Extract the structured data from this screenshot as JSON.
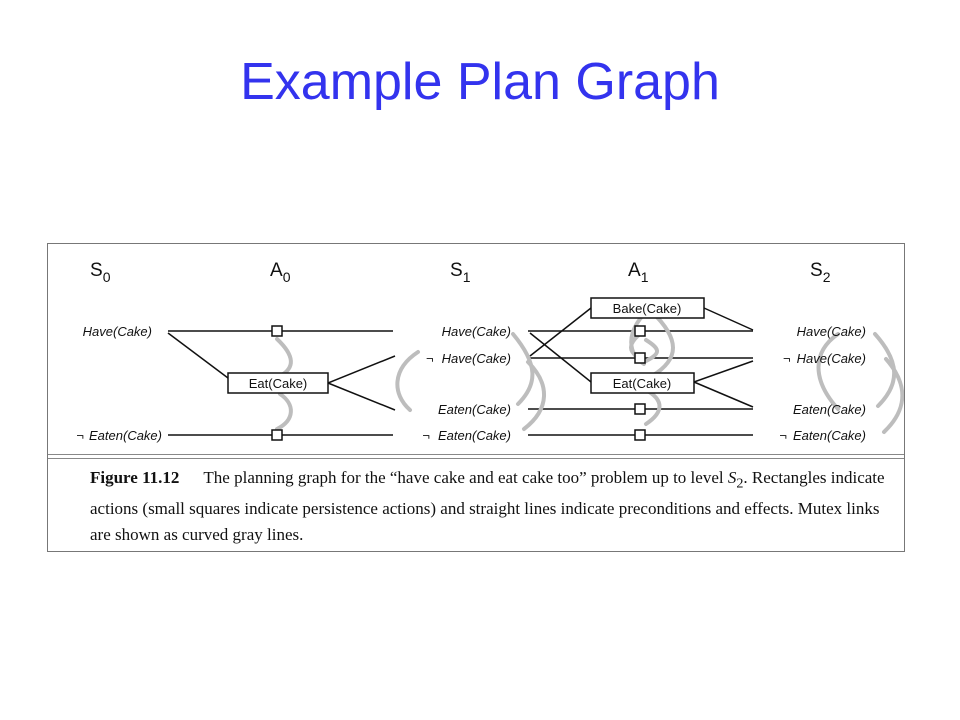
{
  "title": "Example Plan Graph",
  "diagram": {
    "levels": [
      {
        "name": "S",
        "sub": "0"
      },
      {
        "name": "A",
        "sub": "0"
      },
      {
        "name": "S",
        "sub": "1"
      },
      {
        "name": "A",
        "sub": "1"
      },
      {
        "name": "S",
        "sub": "2"
      }
    ],
    "s0": [
      {
        "neg": "",
        "pred": "Have",
        "arg": "(Cake)"
      },
      {
        "neg": "¬",
        "pred": "Eaten",
        "arg": "(Cake)"
      }
    ],
    "s1": [
      {
        "neg": "",
        "pred": "Have",
        "arg": "(Cake)"
      },
      {
        "neg": "¬",
        "pred": "Have",
        "arg": "(Cake)"
      },
      {
        "neg": "",
        "pred": "Eaten",
        "arg": "(Cake)"
      },
      {
        "neg": "¬",
        "pred": "Eaten",
        "arg": "(Cake)"
      }
    ],
    "s2": [
      {
        "neg": "",
        "pred": "Have",
        "arg": "(Cake)"
      },
      {
        "neg": "¬",
        "pred": "Have",
        "arg": "(Cake)"
      },
      {
        "neg": "",
        "pred": "Eaten",
        "arg": "(Cake)"
      },
      {
        "neg": "¬",
        "pred": "Eaten",
        "arg": "(Cake)"
      }
    ],
    "a0_actions": [
      "Eat(Cake)"
    ],
    "a1_actions": [
      "Bake(Cake)",
      "Eat(Cake)"
    ]
  },
  "caption": {
    "figure_number": "Figure 11.12",
    "text_1": "The planning graph for the “have cake and eat cake too” problem up to level",
    "level_symbol": "S",
    "level_sub": "2",
    "text_2": ". Rectangles indicate actions (small squares indicate persistence actions) and straight lines indicate preconditions and effects. Mutex links are shown as curved gray lines."
  }
}
